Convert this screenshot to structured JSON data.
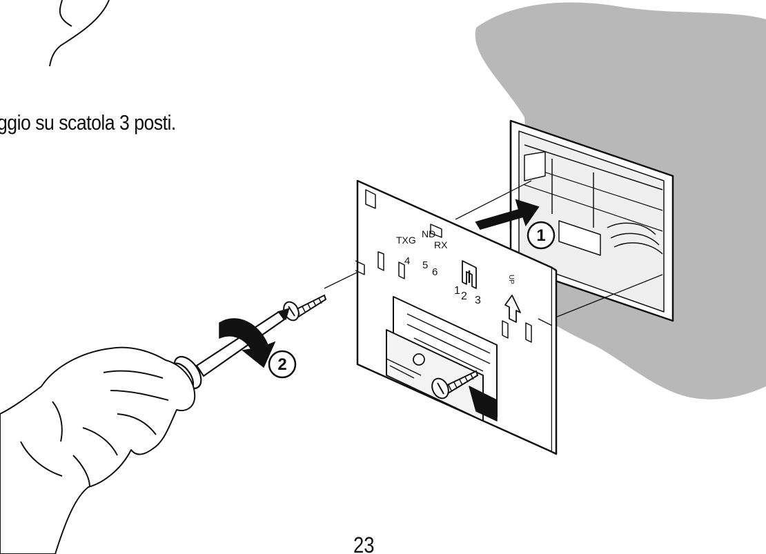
{
  "caption": "ggio su scatola 3 posti.",
  "page_number": "23",
  "steps": {
    "step1": "1",
    "step2": "2"
  },
  "terminal_labels": {
    "txg": "TXG",
    "nd": "ND",
    "rx": "RX",
    "n4": "4",
    "n5": "5",
    "n6": "6",
    "n1": "1",
    "n2": "2",
    "n3": "3",
    "up": "UP"
  }
}
